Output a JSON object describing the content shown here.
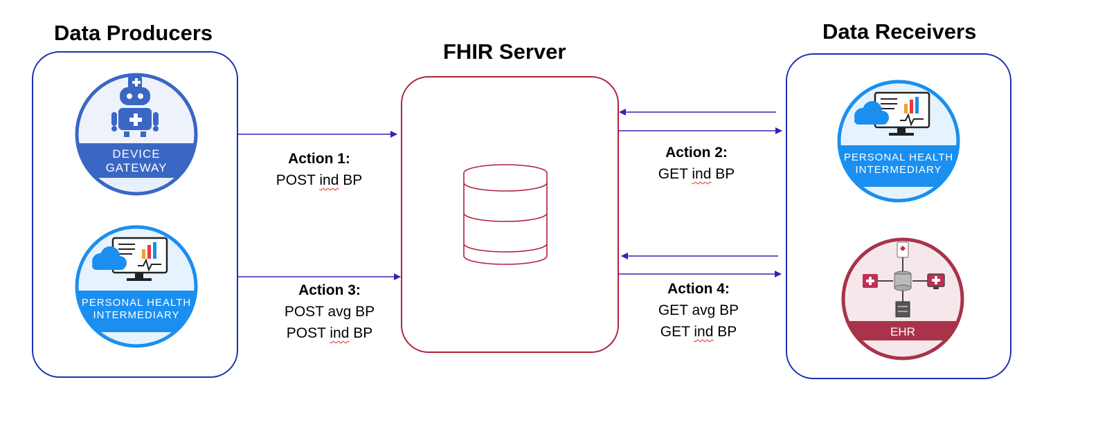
{
  "producers": {
    "title": "Data Producers",
    "device_gateway": {
      "line1": "DEVICE",
      "line2": "GATEWAY"
    },
    "phi": {
      "line1": "PERSONAL HEALTH",
      "line2": "INTERMEDIARY"
    }
  },
  "server": {
    "title": "FHIR Server"
  },
  "receivers": {
    "title": "Data Receivers",
    "phi": {
      "line1": "PERSONAL HEALTH",
      "line2": "INTERMEDIARY"
    },
    "ehr": {
      "label": "EHR"
    }
  },
  "actions": {
    "a1": {
      "title": "Action 1:",
      "l1_pre": "POST ",
      "l1_sq": "ind",
      "l1_post": " BP"
    },
    "a2": {
      "title": "Action 2:",
      "l1_pre": "GET ",
      "l1_sq": "ind",
      "l1_post": " BP"
    },
    "a3": {
      "title": "Action 3:",
      "l1": "POST avg BP",
      "l2_pre": "POST ",
      "l2_sq": "ind",
      "l2_post": " BP"
    },
    "a4": {
      "title": "Action 4:",
      "l1": "GET avg BP",
      "l2_pre": "GET ",
      "l2_sq": "ind",
      "l2_post": " BP"
    }
  },
  "colors": {
    "arrow": "#3a1fb0",
    "panel_border": "#1a2fb0",
    "server_border": "#b0203a",
    "device_blue": "#3a67c4",
    "phi_blue": "#1a8ff0",
    "ehr_red": "#a8334a"
  }
}
